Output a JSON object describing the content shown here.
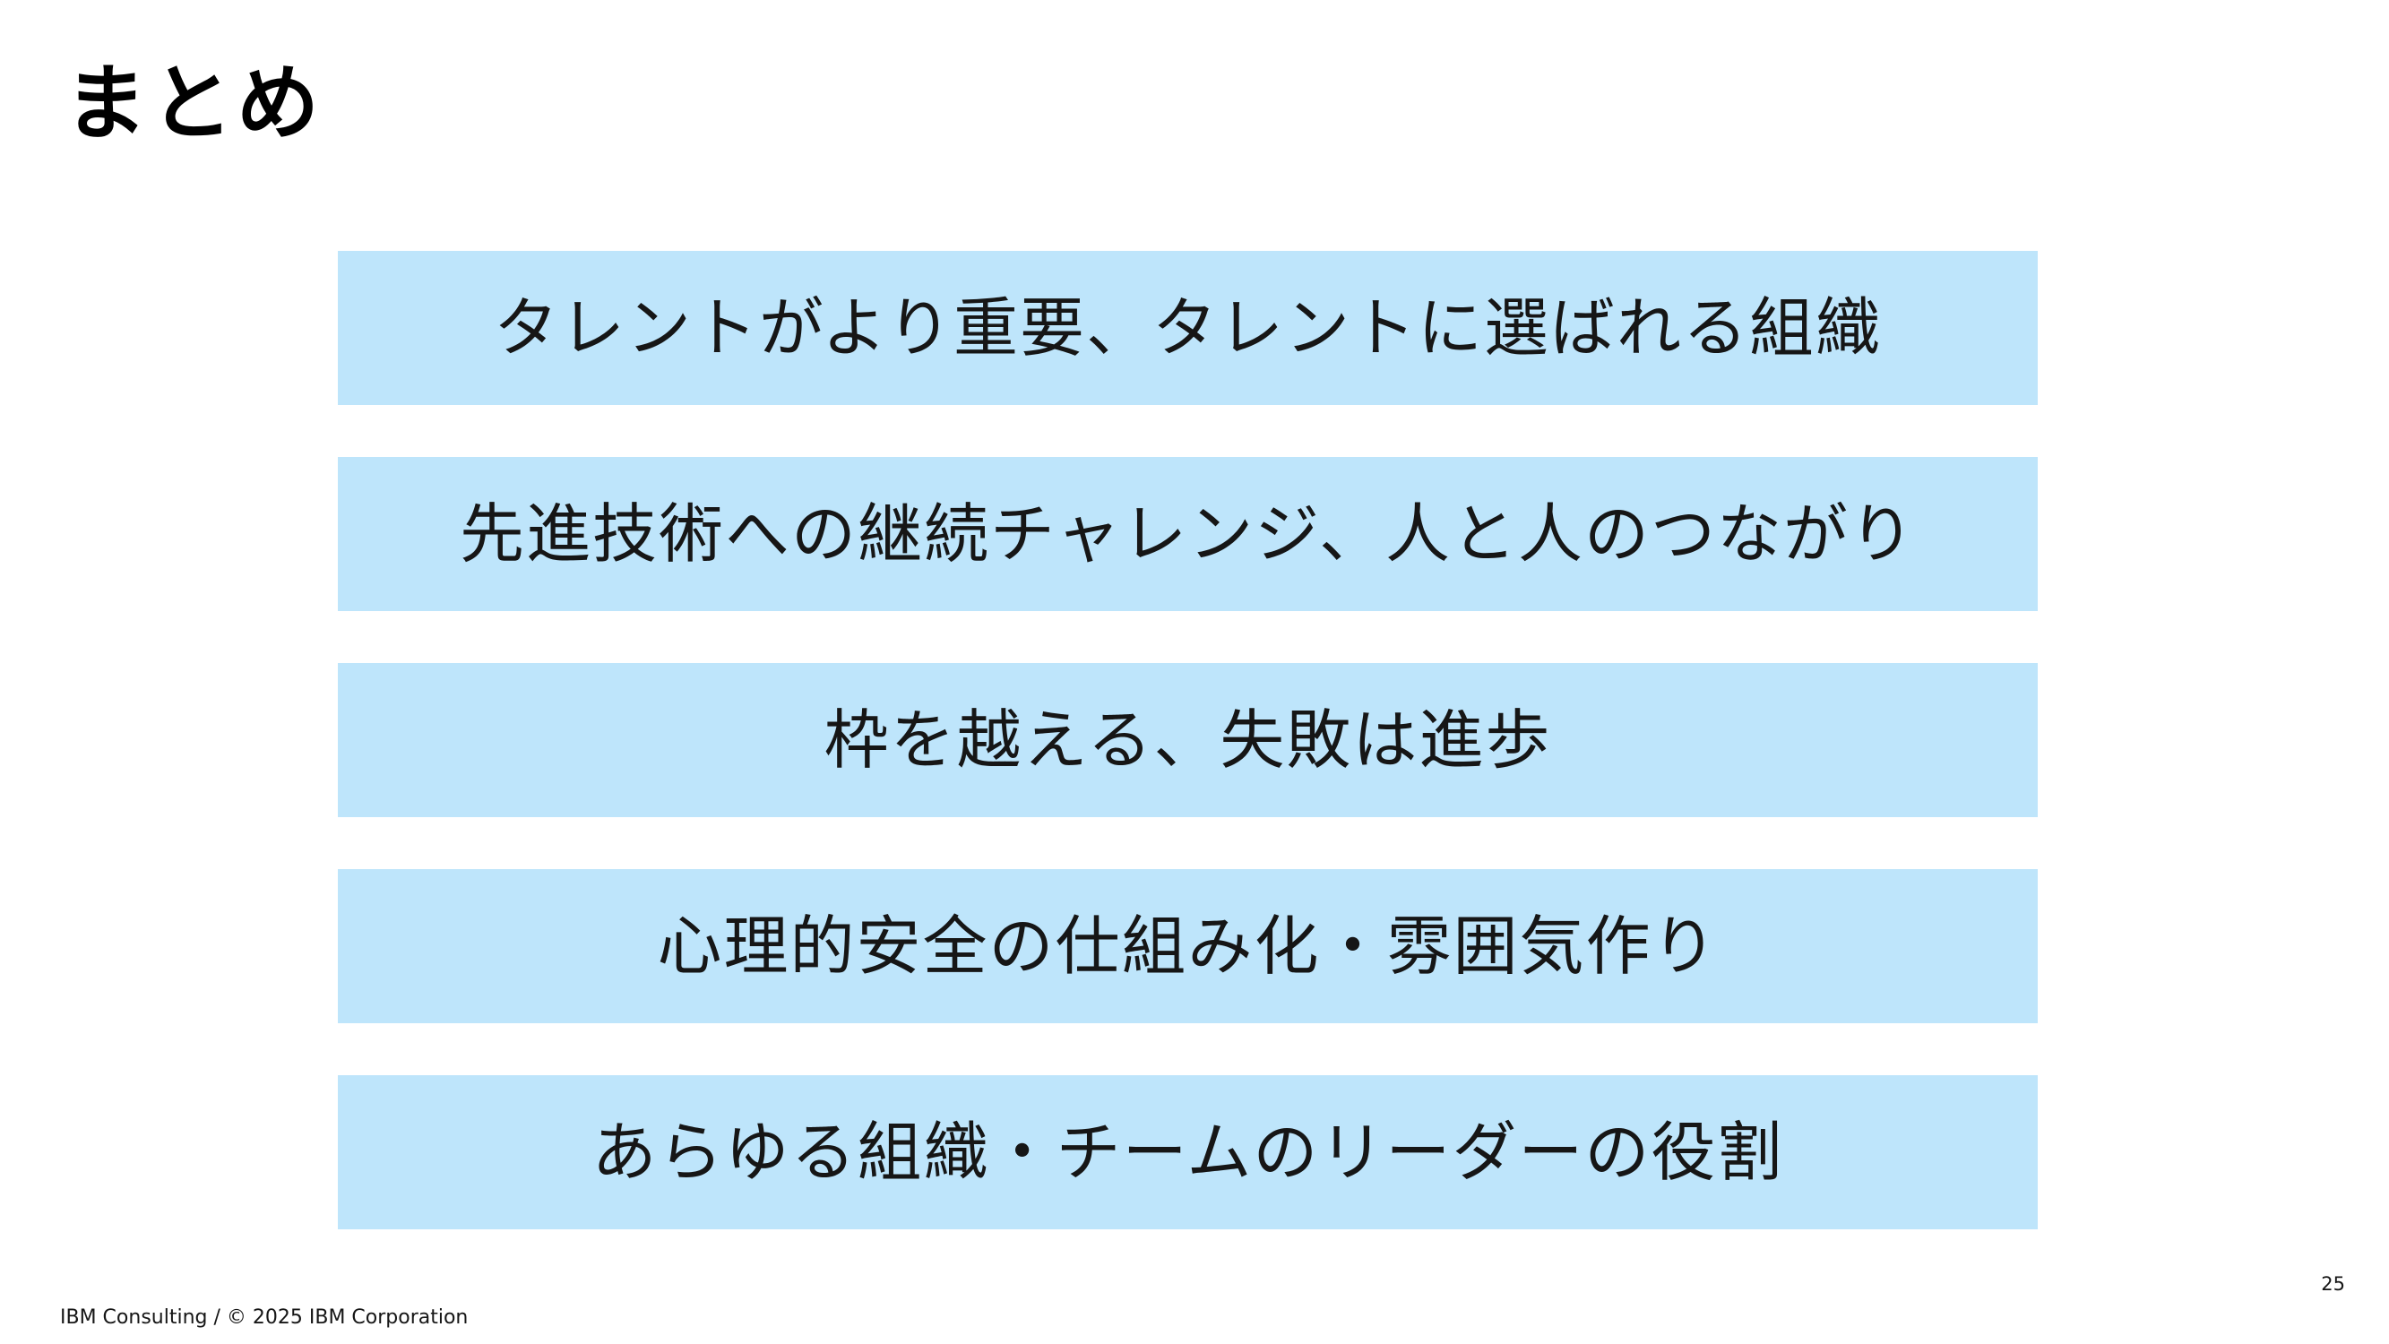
{
  "slide": {
    "title": "まとめ",
    "items": [
      "タレントがより重要、タレントに選ばれる組織",
      "先進技術への継続チャレンジ、人と人のつながり",
      "枠を越える、失敗は進歩",
      "心理的安全の仕組み化・雰囲気作り",
      "あらゆる組織・チームのリーダーの役割"
    ],
    "page_number": "25",
    "footer": "IBM Consulting / © 2025 IBM Corporation"
  },
  "colors": {
    "box_background": "#bee5fb",
    "text": "#161616",
    "title": "#000000",
    "page_background": "#ffffff"
  }
}
